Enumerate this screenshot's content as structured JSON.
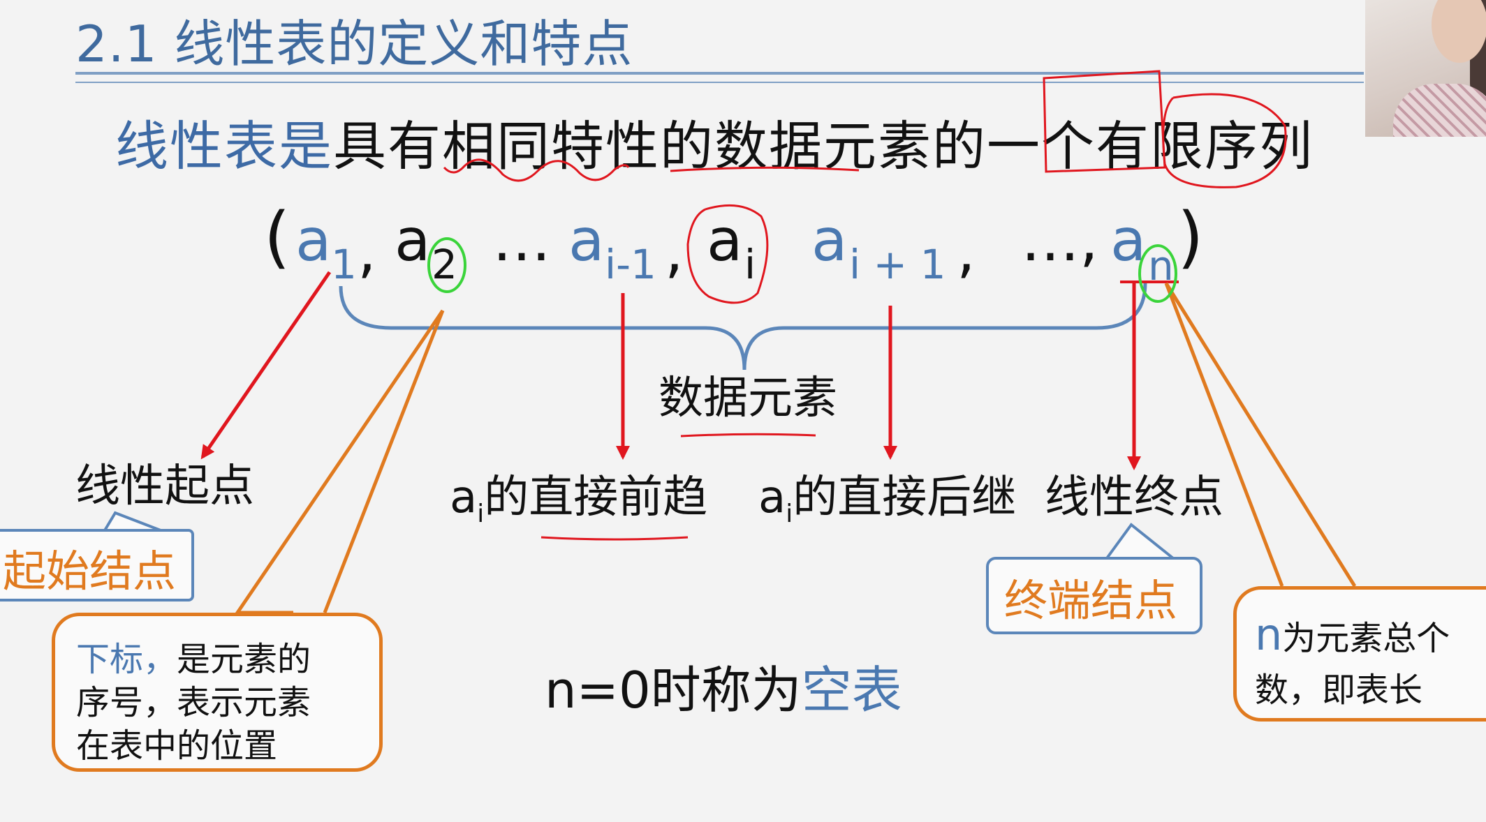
{
  "title": "2.1 线性表的定义和特点",
  "definition": {
    "lead": "线性表是",
    "rest": "具有相同特性的数据元素的一个有限序列"
  },
  "sequence": {
    "open": "(",
    "close": ")",
    "a": "a",
    "sub_1": "1",
    "sub_2": "2",
    "sub_im1": "i-1",
    "sub_i": "i",
    "sub_ip1": "i + 1",
    "sub_n": "n",
    "comma": ",",
    "ellipsis": "…",
    "ellipsis_comma": "…,"
  },
  "brace_label": "数据元素",
  "labels": {
    "linear_start": "线性起点",
    "pred_a": "a",
    "pred_i": "i",
    "pred_text": "的直接前趋",
    "succ_a": "a",
    "succ_i": "i",
    "succ_text": "的直接后继",
    "linear_end": "线性终点"
  },
  "start_node": "起始结点",
  "end_node": "终端结点",
  "subscript_note": {
    "line1_blue": "下标，",
    "line1_rest": "是元素的",
    "line2": "序号，表示元素",
    "line3": "在表中的位置"
  },
  "n_note": {
    "n": "n",
    "line1": "为元素总个",
    "line2": "数，即表长"
  },
  "empty": {
    "prefix": "n=0时称为",
    "term": "空表"
  },
  "colors": {
    "title": "#3f6a9e",
    "element_blue": "#4a78b0",
    "orange": "#e07a1f",
    "arrow_red": "#e0161e",
    "brace_blue": "#5b86b9",
    "annotation_green": "#3ad43a"
  }
}
